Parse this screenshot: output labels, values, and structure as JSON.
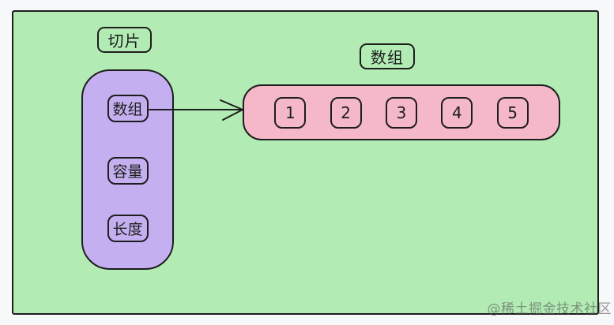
{
  "diagram": {
    "slice_box_label": "切片",
    "array_box_label": "数组",
    "slice_fields": [
      {
        "label": "数组"
      },
      {
        "label": "容量"
      },
      {
        "label": "长度"
      }
    ],
    "array_cells": [
      "1",
      "2",
      "3",
      "4",
      "5"
    ]
  },
  "watermark": "@稀土掘金技术社区",
  "colors": {
    "canvas_bg": "#b2ecb4",
    "slice_struct_bg": "#c4b0f0",
    "array_bg": "#f5b8c8",
    "ink": "#1d1d1d",
    "page_bg": "#f7f8fa"
  }
}
